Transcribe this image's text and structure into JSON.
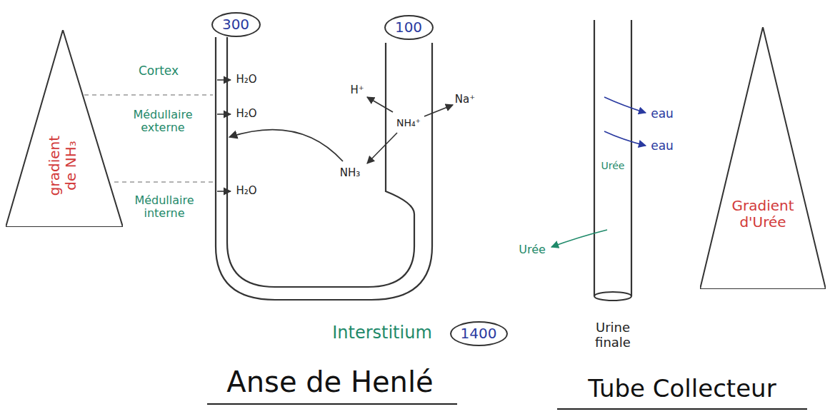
{
  "diagram": {
    "nodes": [
      {
        "text": [
          "gradient de NH₃"
        ]
      },
      {
        "text": [
          "300"
        ]
      },
      {
        "text": [
          "100"
        ]
      },
      {
        "text": [
          "1400"
        ]
      },
      {
        "text": [
          "Gradient d'Urée"
        ]
      }
    ],
    "labels": [
      "Cortex",
      "H₂O",
      "Médullaire externe",
      "H₂O",
      "Médullaire interne",
      "H₂O",
      "H⁺",
      "Na⁺",
      "NH₄⁺",
      "NH₃",
      "Interstitium",
      "Anse de Henlé",
      "eau",
      "eau",
      "Urée",
      "Urée",
      "Urine finale",
      "Tube Collecteur"
    ]
  }
}
